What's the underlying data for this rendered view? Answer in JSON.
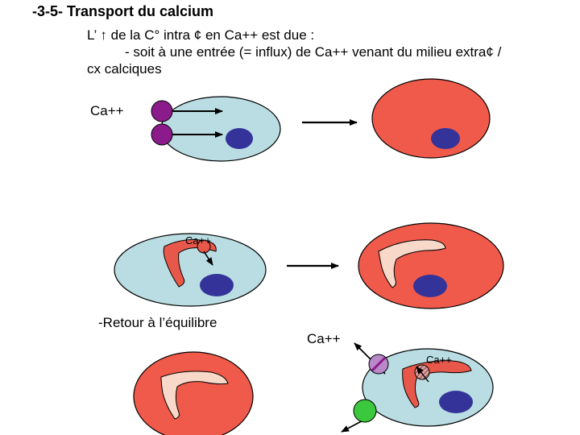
{
  "title": "-3-5- Transport du calcium",
  "intro": {
    "line1": "L’ ↑ de la C° intra ¢ en Ca++ est due :",
    "line2": "- soit à une entrée (= influx) de Ca++ venant du milieu extra¢ /",
    "line3": "cx calciques"
  },
  "labels": {
    "ca_top": "Ca++",
    "ca_middle": "Ca++",
    "retour": "-Retour à l’équilibre",
    "ca_bottom": "Ca++",
    "ca_bottom_right": "Ca++"
  },
  "colors": {
    "cell_resting": "#b9dde2",
    "cell_activated": "#f05a4b",
    "nucleus": "#333399",
    "channel": "#8b1a8b",
    "reticulum": "#e8584a",
    "reticulum_empty": "#f8d8c8",
    "pump": "#3cc83c",
    "arrow": "#000000"
  }
}
